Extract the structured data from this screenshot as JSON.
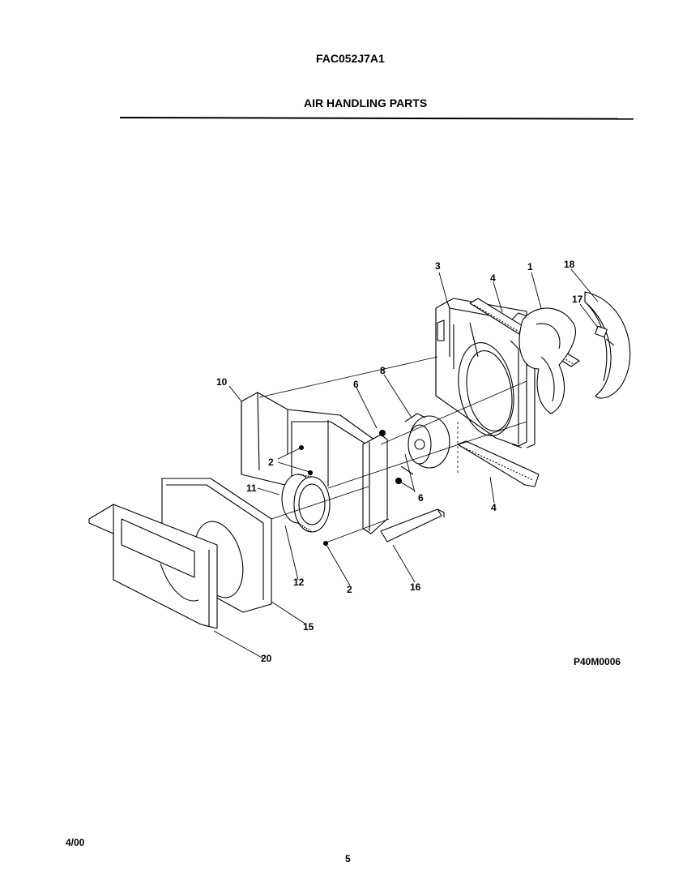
{
  "header": {
    "model": "FAC052J7A1",
    "title": "AIR HANDLING PARTS"
  },
  "callouts": [
    {
      "id": "c1",
      "text": "1"
    },
    {
      "id": "c18",
      "text": "18"
    },
    {
      "id": "c3",
      "text": "3"
    },
    {
      "id": "c4a",
      "text": "4"
    },
    {
      "id": "c17",
      "text": "17"
    },
    {
      "id": "c10",
      "text": "10"
    },
    {
      "id": "c6a",
      "text": "6"
    },
    {
      "id": "c8",
      "text": "8"
    },
    {
      "id": "c2a",
      "text": "2"
    },
    {
      "id": "c11",
      "text": "11"
    },
    {
      "id": "c6b",
      "text": "6"
    },
    {
      "id": "c4b",
      "text": "4"
    },
    {
      "id": "c12",
      "text": "12"
    },
    {
      "id": "c2b",
      "text": "2"
    },
    {
      "id": "c16",
      "text": "16"
    },
    {
      "id": "c15",
      "text": "15"
    },
    {
      "id": "c20",
      "text": "20"
    }
  ],
  "footer": {
    "drawing_code": "P40M0006",
    "date": "4/00",
    "page": "5"
  }
}
